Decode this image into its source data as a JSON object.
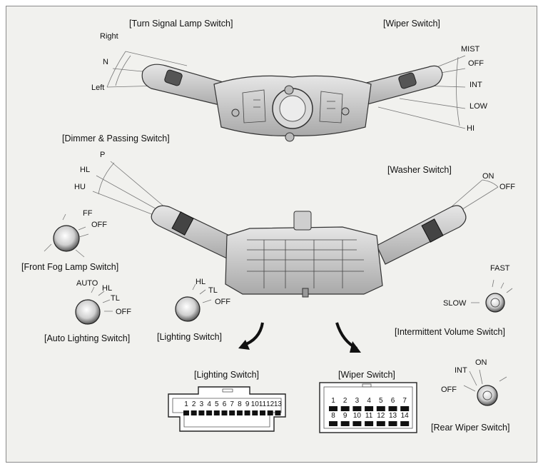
{
  "titles": {
    "turn_signal": "[Turn Signal Lamp Switch]",
    "wiper": "[Wiper Switch]",
    "dimmer": "[Dimmer & Passing Switch]",
    "washer": "[Washer Switch]",
    "front_fog": "[Front Fog Lamp Switch]",
    "auto_lighting": "[Auto Lighting Switch]",
    "lighting": "[Lighting Switch]",
    "intermittent": "[Intermittent Volume Switch]",
    "lighting_connector": "[Lighting Switch]",
    "wiper_connector": "[Wiper Switch]",
    "rear_wiper": "[Rear Wiper Switch]"
  },
  "turn_signal_positions": [
    "Right",
    "N",
    "Left"
  ],
  "wiper_positions": [
    "MIST",
    "OFF",
    "INT",
    "LOW",
    "HI"
  ],
  "dimmer_positions": [
    "P",
    "HL",
    "HU"
  ],
  "washer_positions": [
    "ON",
    "OFF"
  ],
  "front_fog_positions": [
    "FF",
    "OFF"
  ],
  "auto_lighting_positions": [
    "AUTO",
    "HL",
    "TL",
    "OFF"
  ],
  "lighting_positions": [
    "HL",
    "TL",
    "OFF"
  ],
  "intermittent_positions": [
    "FAST",
    "SLOW"
  ],
  "rear_wiper_positions": [
    "INT",
    "ON",
    "OFF"
  ],
  "lighting_connector_pins": [
    "1",
    "2",
    "3",
    "4",
    "5",
    "6",
    "7",
    "8",
    "9",
    "10",
    "11",
    "12",
    "13"
  ],
  "wiper_connector_pins_top": [
    "1",
    "2",
    "3",
    "4",
    "5",
    "6",
    "7"
  ],
  "wiper_connector_pins_bottom": [
    "8",
    "9",
    "10",
    "11",
    "12",
    "13",
    "14"
  ]
}
